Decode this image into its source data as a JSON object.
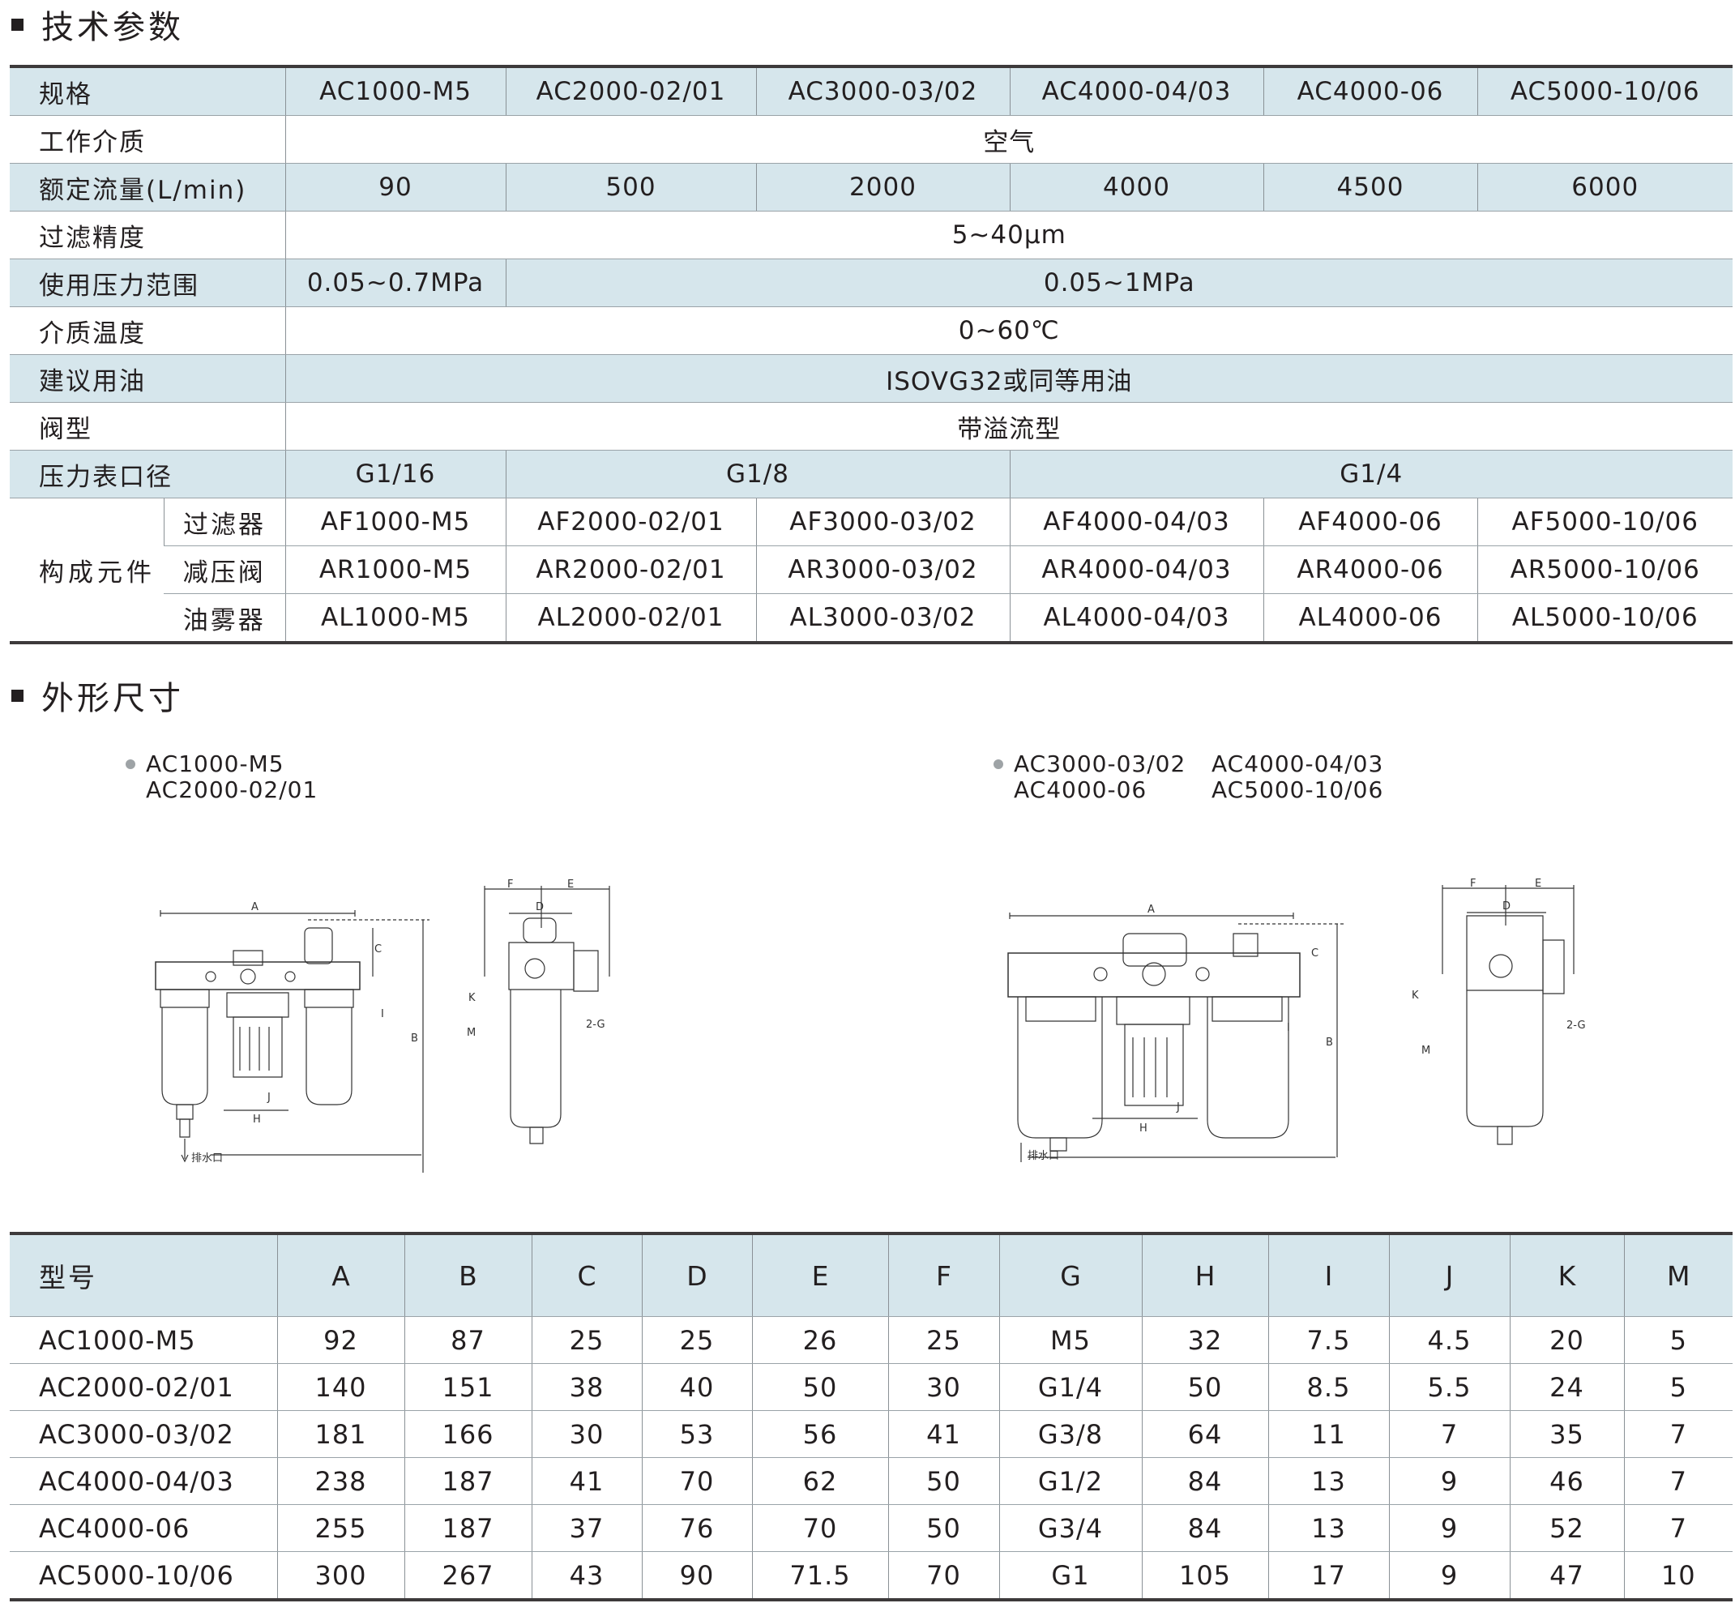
{
  "sections": {
    "spec_title": "技术参数",
    "dims_title": "外形尺寸"
  },
  "spec": {
    "header_label": "规格",
    "models": [
      "AC1000-M5",
      "AC2000-02/01",
      "AC3000-03/02",
      "AC4000-04/03",
      "AC4000-06",
      "AC5000-10/06"
    ],
    "medium": {
      "label": "工作介质",
      "value": "空气"
    },
    "flow": {
      "label": "额定流量(L/min)",
      "values": [
        "90",
        "500",
        "2000",
        "4000",
        "4500",
        "6000"
      ]
    },
    "filtration": {
      "label": "过滤精度",
      "value": "5~40μm"
    },
    "pressure": {
      "label": "使用压力范围",
      "first": "0.05~0.7MPa",
      "rest": "0.05~1MPa"
    },
    "temperature": {
      "label": "介质温度",
      "value": "0~60℃"
    },
    "oil": {
      "label": "建议用油",
      "value": "ISOVG32或同等用油"
    },
    "valve": {
      "label": "阀型",
      "value": "带溢流型"
    },
    "gauge": {
      "label": "压力表口径",
      "g1": "G1/16",
      "g2": "G1/8",
      "g3": "G1/4"
    },
    "components": {
      "label": "构成元件",
      "filter": {
        "label": "过滤器",
        "values": [
          "AF1000-M5",
          "AF2000-02/01",
          "AF3000-03/02",
          "AF4000-04/03",
          "AF4000-06",
          "AF5000-10/06"
        ]
      },
      "regulator": {
        "label": "减压阀",
        "values": [
          "AR1000-M5",
          "AR2000-02/01",
          "AR3000-03/02",
          "AR4000-04/03",
          "AR4000-06",
          "AR5000-10/06"
        ]
      },
      "lubricator": {
        "label": "油雾器",
        "values": [
          "AL1000-M5",
          "AL2000-02/01",
          "AL3000-03/02",
          "AL4000-04/03",
          "AL4000-06",
          "AL5000-10/06"
        ]
      }
    }
  },
  "drawings": {
    "left_models": [
      "AC1000-M5",
      "AC2000-02/01"
    ],
    "right_models": [
      "AC3000-03/02",
      "AC4000-04/03",
      "AC4000-06",
      "AC5000-10/06"
    ],
    "labels": {
      "A": "A",
      "B": "B",
      "C": "C",
      "D": "D",
      "E": "E",
      "F": "F",
      "H": "H",
      "I": "I",
      "J": "J",
      "K": "K",
      "M": "M",
      "G": "2-G",
      "drain": "排水口"
    }
  },
  "dims": {
    "headers": [
      "型号",
      "A",
      "B",
      "C",
      "D",
      "E",
      "F",
      "G",
      "H",
      "I",
      "J",
      "K",
      "M"
    ],
    "rows": [
      [
        "AC1000-M5",
        "92",
        "87",
        "25",
        "25",
        "26",
        "25",
        "M5",
        "32",
        "7.5",
        "4.5",
        "20",
        "5"
      ],
      [
        "AC2000-02/01",
        "140",
        "151",
        "38",
        "40",
        "50",
        "30",
        "G1/4",
        "50",
        "8.5",
        "5.5",
        "24",
        "5"
      ],
      [
        "AC3000-03/02",
        "181",
        "166",
        "30",
        "53",
        "56",
        "41",
        "G3/8",
        "64",
        "11",
        "7",
        "35",
        "7"
      ],
      [
        "AC4000-04/03",
        "238",
        "187",
        "41",
        "70",
        "62",
        "50",
        "G1/2",
        "84",
        "13",
        "9",
        "46",
        "7"
      ],
      [
        "AC4000-06",
        "255",
        "187",
        "37",
        "76",
        "70",
        "50",
        "G3/4",
        "84",
        "13",
        "9",
        "52",
        "7"
      ],
      [
        "AC5000-10/06",
        "300",
        "267",
        "43",
        "90",
        "71.5",
        "70",
        "G1",
        "105",
        "17",
        "9",
        "47",
        "10"
      ]
    ]
  }
}
